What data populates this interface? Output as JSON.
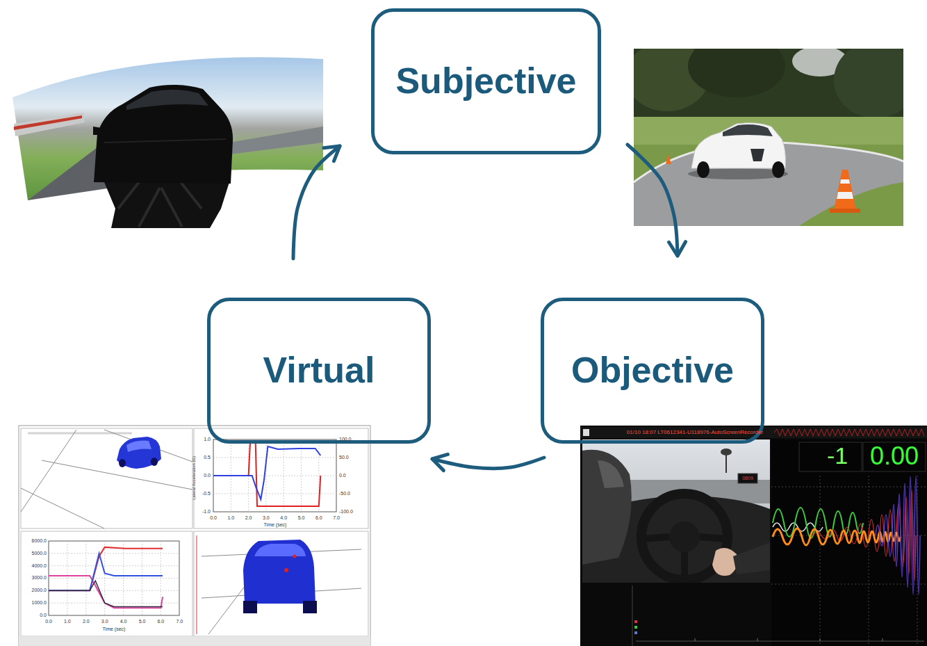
{
  "diagram": {
    "nodes": [
      {
        "text": [
          "Subjective"
        ]
      },
      {
        "text": [
          "Virtual"
        ]
      },
      {
        "text": [
          "Objective"
        ]
      }
    ],
    "edges": [
      {
        "from": 0,
        "to": 2,
        "arrow": "to"
      },
      {
        "from": 2,
        "to": 1,
        "arrow": "to"
      },
      {
        "from": 1,
        "to": 0,
        "arrow": "to"
      }
    ],
    "labels": [
      "01/10 18:07 LT0612341-U118976-AutoScreenRecorder",
      "-1",
      "0.00",
      "0809",
      "Lateral Acceleration (G)",
      "Time (sec)",
      "Time (sec)",
      "1.0",
      "0.5",
      "0.0",
      "-0.5",
      "-1.0",
      "100.0",
      "50.0",
      "0.0",
      "-50.0",
      "-100.0",
      "0.0",
      "1.0",
      "2.0",
      "3.0",
      "4.0",
      "5.0",
      "6.0",
      "7.0",
      "6000.0",
      "5000.0",
      "4000.0",
      "3000.0",
      "2000.0",
      "1000.0",
      "0.0",
      "0.0",
      "1.0",
      "2.0",
      "3.0",
      "4.0",
      "5.0",
      "6.0",
      "7.0"
    ]
  }
}
